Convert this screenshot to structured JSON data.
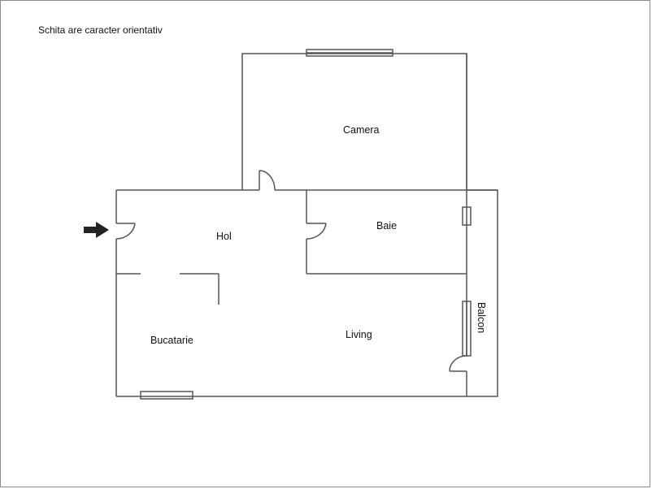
{
  "note": "Schita are caracter orientativ",
  "rooms": {
    "camera": "Camera",
    "hol": "Hol",
    "baie": "Baie",
    "bucatarie": "Bucatarie",
    "living": "Living",
    "balcon": "Balcon"
  },
  "entrance": {
    "icon": "arrow-right-icon"
  },
  "colors": {
    "wall": "#555555",
    "arrow": "#222222",
    "frame": "#8a8a8a"
  }
}
